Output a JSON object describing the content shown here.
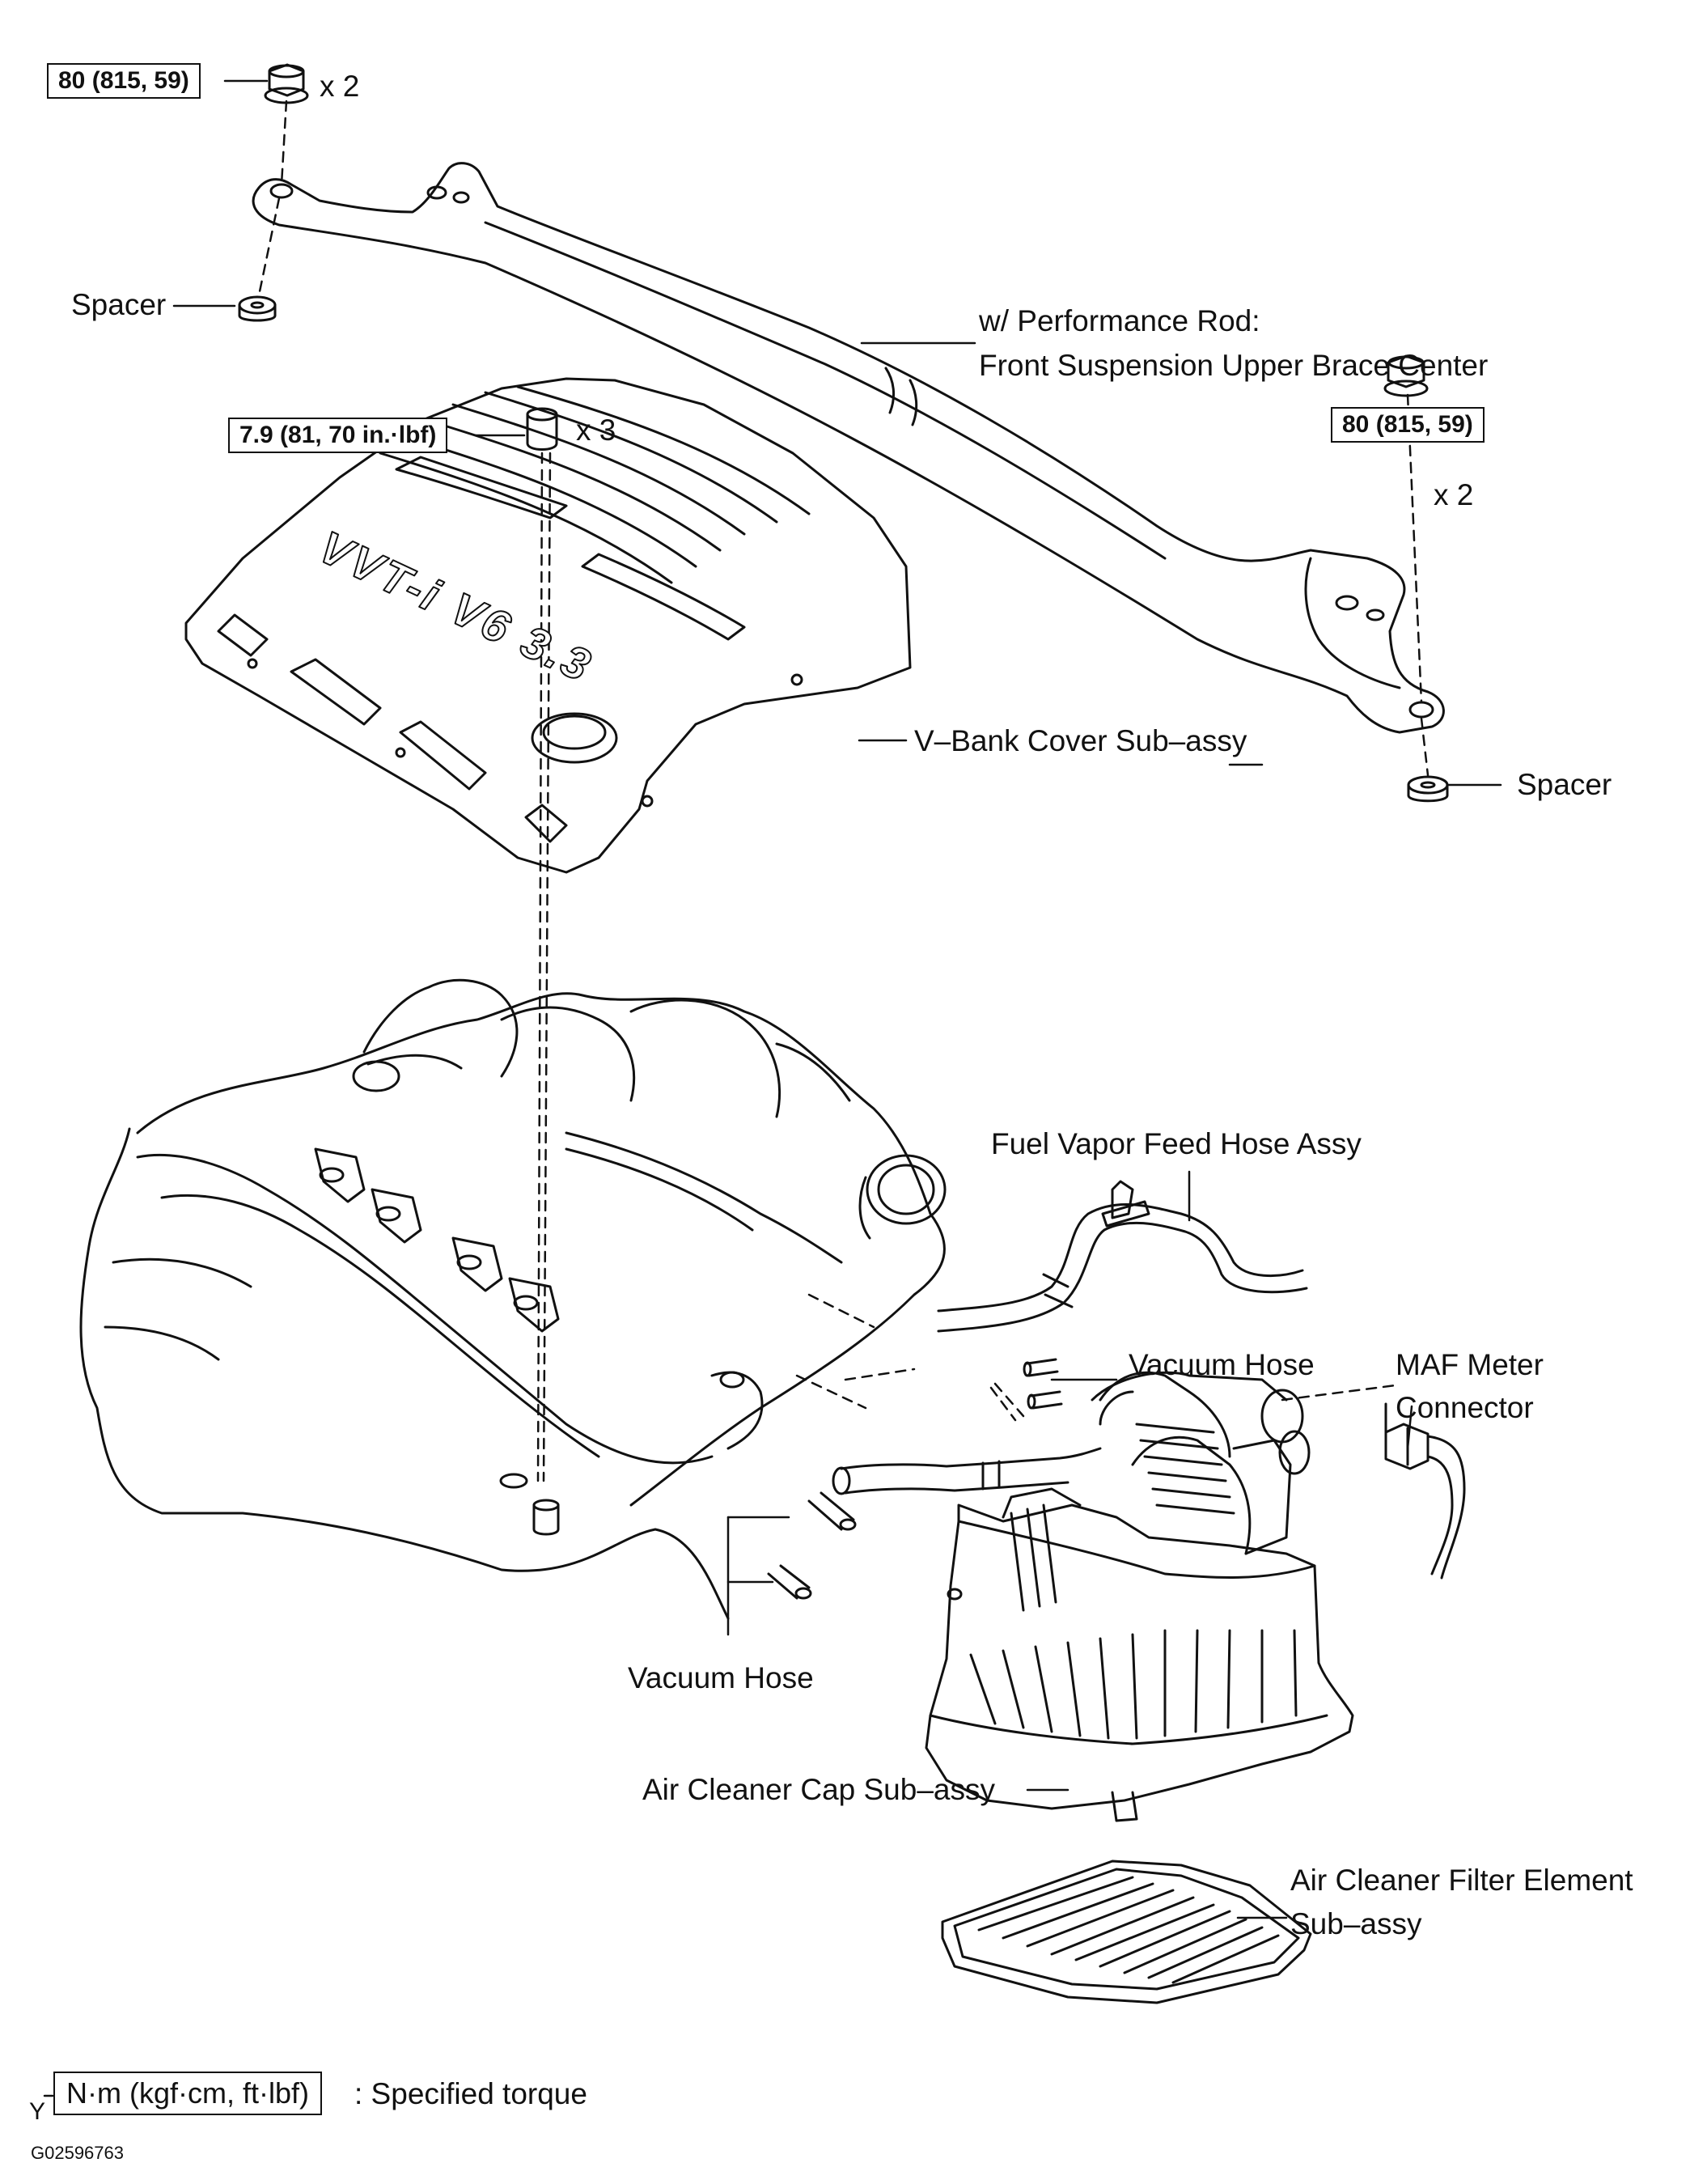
{
  "torque_boxes": {
    "brace_nut_left": "80 (815, 59)",
    "brace_nut_right": "80 (815, 59)",
    "cover_nut": "7.9 (81, 70 in.·lbf)"
  },
  "quantities": {
    "brace_nut_left": "x 2",
    "brace_nut_right": "x 2",
    "cover_nut": "x 3"
  },
  "labels": {
    "spacer_left": "Spacer",
    "spacer_right": "Spacer",
    "brace_line1": "w/ Performance Rod:",
    "brace_line2": "Front Suspension Upper Brace Center",
    "v_bank_cover": "V–Bank Cover Sub–assy",
    "cover_emblem": "VVT-i V6 3.3",
    "fuel_vapor_hose": "Fuel Vapor Feed Hose Assy",
    "vacuum_hose_upper": "Vacuum Hose",
    "maf_line1": "MAF Meter",
    "maf_line2": "Connector",
    "vacuum_hose_lower": "Vacuum Hose",
    "air_cleaner_cap": "Air Cleaner Cap Sub–assy",
    "filter_line1": "Air Cleaner Filter Element",
    "filter_line2": "Sub–assy"
  },
  "legend": {
    "marker": "Y",
    "unit_box": "N·m (kgf·cm, ft·lbf)",
    "text": ": Specified torque"
  },
  "figure_code": "G02596763",
  "colors": {
    "ink": "#111111",
    "paper": "#ffffff"
  }
}
